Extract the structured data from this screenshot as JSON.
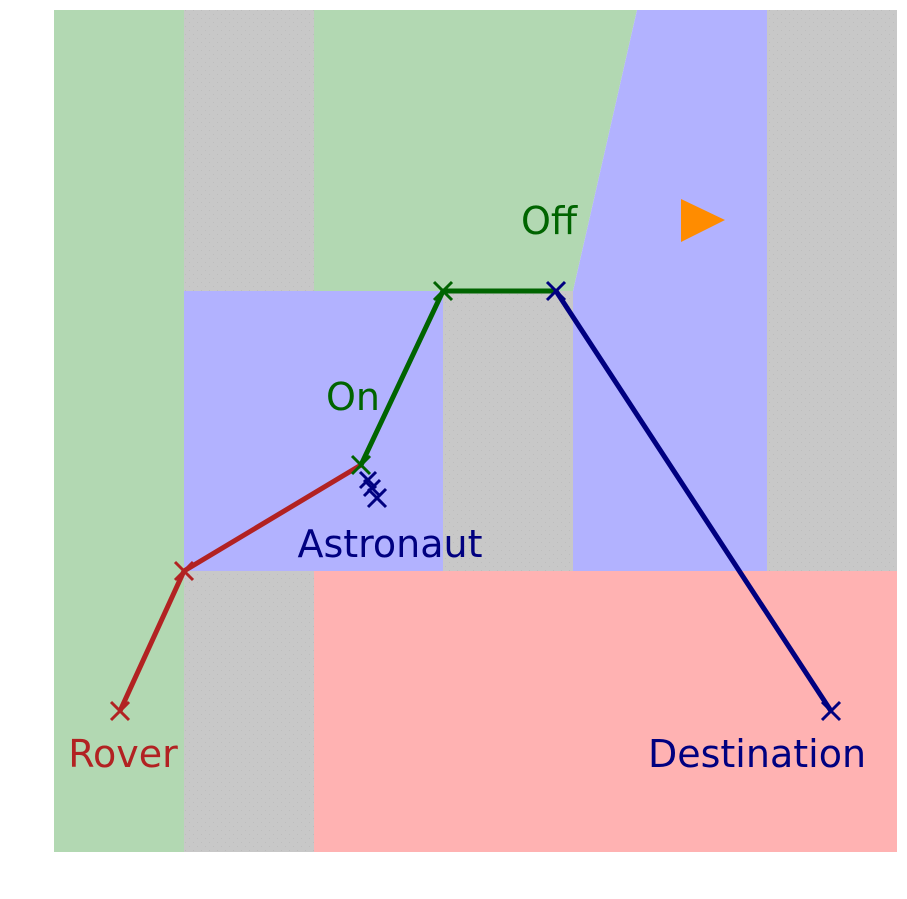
{
  "colors": {
    "grass": "#b2d8b2",
    "rock": "#c8c8c8",
    "water": "#b2b2ff",
    "hazard": "#ffb2b2",
    "rover_path": "#b22222",
    "on_path": "#006400",
    "astronaut_path": "#000080",
    "direction_marker": "#ff8c00",
    "stipple": "#bdbdbd"
  },
  "labels": {
    "rover": "Rover",
    "astronaut": "Astronaut",
    "destination": "Destination",
    "on": "On",
    "off": "Off"
  },
  "icons": {
    "waypoint": "x-mark",
    "direction": "right-triangle"
  }
}
